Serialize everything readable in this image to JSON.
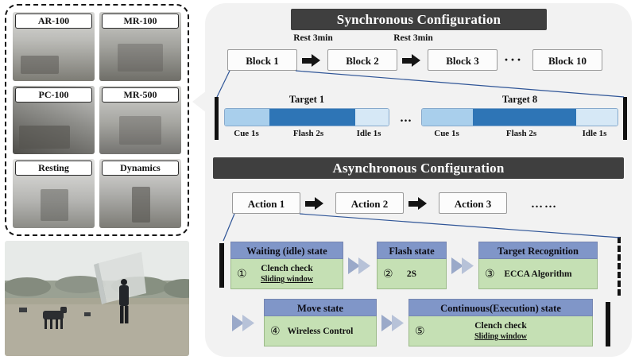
{
  "panel": {
    "devices": [
      "AR-100",
      "MR-100",
      "PC-100",
      "MR-500",
      "Resting",
      "Dynamics"
    ]
  },
  "sync": {
    "title": "Synchronous Configuration",
    "rest1": "Rest 3min",
    "rest2": "Rest 3min",
    "blocks": [
      "Block 1",
      "Block 2",
      "Block 3",
      "Block 10"
    ],
    "blocks_ellipsis": "···",
    "targets": [
      {
        "label": "Target 1",
        "cue": "Cue 1s",
        "flash": "Flash 2s",
        "idle": "Idle 1s"
      },
      {
        "label": "Target 8",
        "cue": "Cue 1s",
        "flash": "Flash 2s",
        "idle": "Idle 1s"
      }
    ],
    "target_dots": "..."
  },
  "async": {
    "title": "Asynchronous Configuration",
    "actions": [
      "Action 1",
      "Action 2",
      "Action 3"
    ],
    "actions_ellipsis": "……",
    "states": [
      {
        "num": "①",
        "title": "Waiting (idle) state",
        "main": "Clench check",
        "sub": "Sliding window"
      },
      {
        "num": "②",
        "title": "Flash state",
        "main": "2S"
      },
      {
        "num": "③",
        "title": "Target Recognition",
        "main": "ECCA Algorithm"
      },
      {
        "num": "④",
        "title": "Move state",
        "main": "Wireless Control"
      },
      {
        "num": "⑤",
        "title": "Continuous(Execution) state",
        "main": "Clench check",
        "sub": "Sliding window"
      }
    ]
  },
  "colors": {
    "header_bar": "#3F3F3F",
    "state_header": "#8096C8",
    "state_body": "#C5E0B4",
    "cue_segment": "#A9CFEC",
    "flash_segment": "#2E75B6",
    "idle_segment": "#D6E8F6"
  }
}
